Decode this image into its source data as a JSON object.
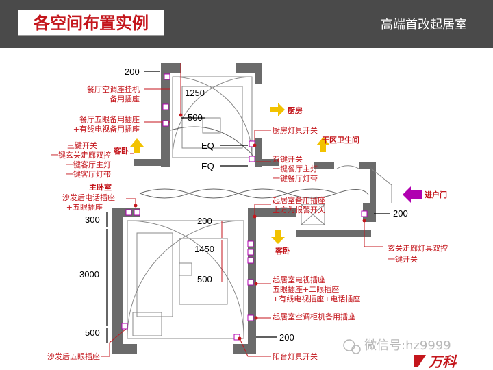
{
  "header": {
    "title": "各空间布置实例",
    "subtitle": "高端首改起居室"
  },
  "dimensions": {
    "d200_top": "200",
    "d1250": "1250",
    "d500_dining": "500",
    "eq1": "EQ",
    "eq2": "EQ",
    "d300": "300",
    "d200_living": "200",
    "d1450": "1450",
    "d500_living": "500",
    "d3000": "3000",
    "d500_bottom": "500",
    "d200_bottom": "200",
    "d200_entry": "200"
  },
  "rooms": {
    "kitchen": "厨房",
    "dry_bath": "干区卫生间",
    "bedroom_left": "客卧",
    "master": "主卧室",
    "entry": "进户门",
    "bedroom_bottom": "客卧"
  },
  "labels": {
    "dining_ac_1": "餐厅空调座挂机",
    "dining_ac_2": "备用插座",
    "dining_five_1": "餐厅五眼备用插座",
    "dining_five_2": "+有线电视备用插座",
    "triple_1": "三键开关",
    "triple_2": "一键玄关走廊双控",
    "triple_3": "一键客厅主灯",
    "triple_4": "一键客厅灯带",
    "sofa_phone_1": "沙发后电话插座",
    "sofa_phone_2": "+五眼插座",
    "kitchen_switch": "厨房灯具开关",
    "double_1": "双键开关",
    "double_2": "一键餐厅主灯",
    "double_3": "一键餐厅灯带",
    "living_backup_1": "起居室备用插座",
    "living_backup_2": "上方为报警开关",
    "foyer_1": "玄关走廊灯具双控",
    "foyer_2": "一键开关",
    "tv_1": "起居室电视插座",
    "tv_2": "五眼插座+二眼插座",
    "tv_3": "+有线电视插座+电话插座",
    "living_ac": "起居室空调柜机备用插座",
    "sofa_five": "沙发后五眼插座",
    "balcony": "阳台灯具开关"
  },
  "watermark": {
    "text": "微信号:hz9999",
    "brand": "万科"
  },
  "colors": {
    "accent": "#c4161c",
    "wall": "#6b6b6b",
    "arrow": "#f2c200",
    "entry_arrow": "#b000b0",
    "header": "#4a4a4a"
  }
}
